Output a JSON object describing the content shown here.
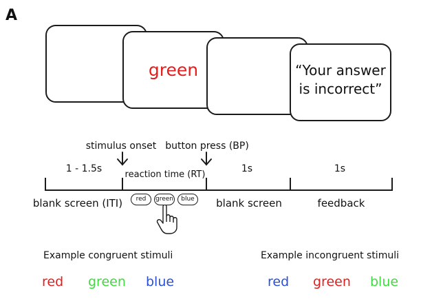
{
  "panel_label": "A",
  "screens": {
    "stimulus_word": "green",
    "stimulus_color": "#e31e1e",
    "feedback_line1": "“Your answer",
    "feedback_line2": "is incorrect”"
  },
  "timeline": {
    "event_stimulus_onset": "stimulus onset",
    "event_button_press": "button press (BP)",
    "durations": {
      "iti": "1 - 1.5s",
      "rt": "reaction time (RT)",
      "blank": "1s",
      "feedback": "1s"
    },
    "phases": {
      "iti": "blank screen (ITI)",
      "blank": "blank screen",
      "feedback": "feedback"
    },
    "response_buttons": [
      "red",
      "green",
      "blue"
    ],
    "pressed_button": "green",
    "icons": [
      "down-arrow-icon",
      "pointing-hand-icon"
    ]
  },
  "examples": {
    "congruent_title": "Example congruent stimuli",
    "incongruent_title": "Example incongruent stimuli",
    "congruent": [
      {
        "word": "red",
        "color": "#e31e1e"
      },
      {
        "word": "green",
        "color": "#3ddc3d"
      },
      {
        "word": "blue",
        "color": "#2a4fd8"
      }
    ],
    "incongruent": [
      {
        "word": "red",
        "color": "#2a4fd8"
      },
      {
        "word": "green",
        "color": "#e31e1e"
      },
      {
        "word": "blue",
        "color": "#3ddc3d"
      }
    ]
  }
}
